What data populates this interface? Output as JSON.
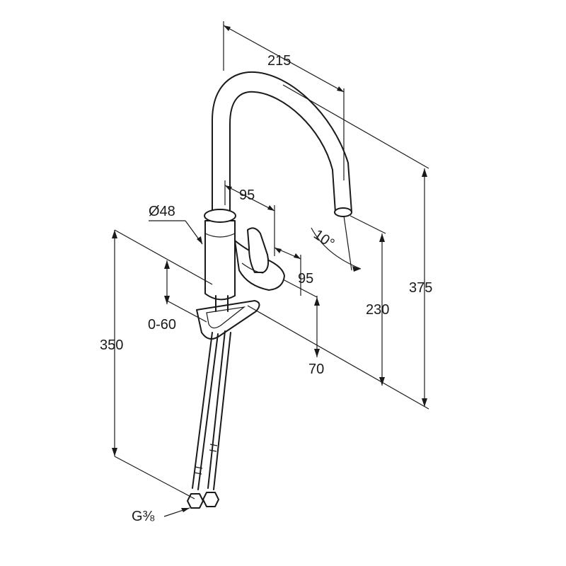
{
  "dimensions": {
    "spout_reach": "215",
    "handle_depth": "95",
    "handle_width": "95",
    "body_diameter": "Ø48",
    "spout_angle": "10°",
    "total_height": "375",
    "outlet_height": "230",
    "hose_length": "350",
    "counter_thickness": "0-60",
    "counter_projection": "70",
    "connection_thread": "G⅜"
  },
  "colors": {
    "line": "#1a1a1a",
    "background": "#ffffff"
  }
}
